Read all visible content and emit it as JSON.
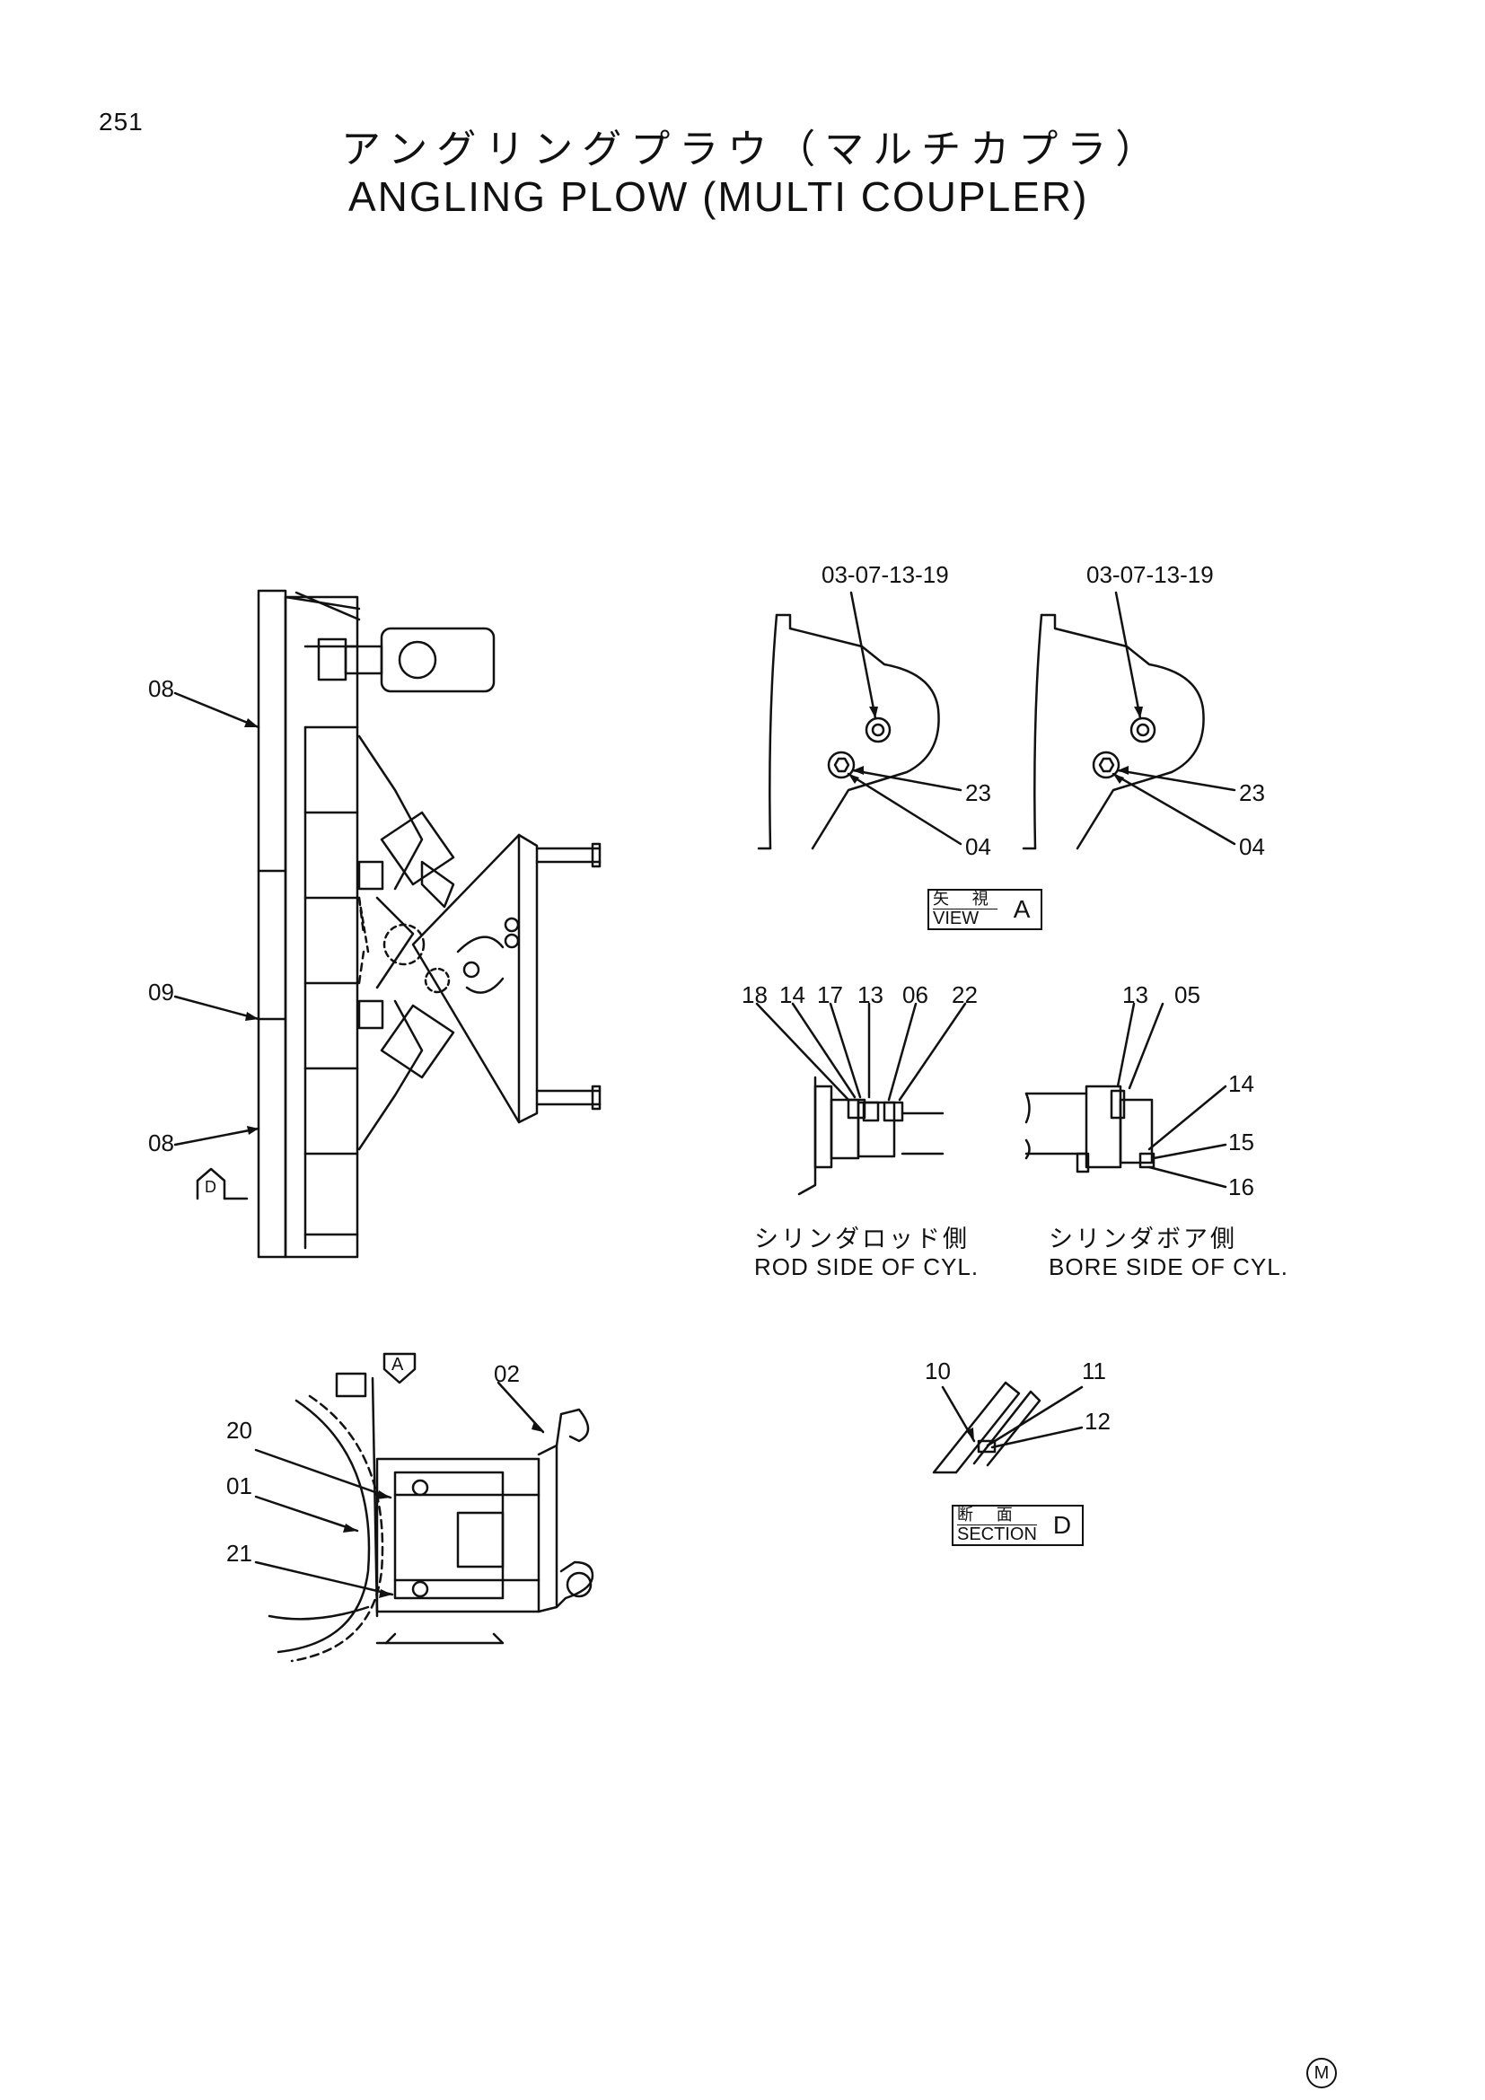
{
  "header": {
    "page_number": "251",
    "title_jp": "アングリングプラウ（マルチカプラ）",
    "title_en": "ANGLING PLOW (MULTI COUPLER)"
  },
  "main_view": {
    "callouts": {
      "top": "08",
      "mid": "09",
      "bottom": "08"
    },
    "section_arrow": "D"
  },
  "view_a": {
    "left_group": "03-07-13-19",
    "right_group": "03-07-13-19",
    "left_23": "23",
    "left_04": "04",
    "right_23": "23",
    "right_04": "04",
    "box_jp": "矢 視",
    "box_en": "VIEW",
    "box_letter": "A"
  },
  "rod_side": {
    "parts": [
      "18",
      "14",
      "17",
      "13",
      "06",
      "22"
    ],
    "caption_jp": "シリンダロッド側",
    "caption_en": "ROD SIDE OF CYL."
  },
  "bore_side": {
    "parts_top": [
      "13",
      "05"
    ],
    "p14": "14",
    "p15": "15",
    "p16": "16",
    "caption_jp": "シリンダボア側",
    "caption_en": "BORE SIDE OF CYL."
  },
  "side_view": {
    "arrow": "A",
    "p02": "02",
    "p20": "20",
    "p01": "01",
    "p21": "21"
  },
  "section_d": {
    "p10": "10",
    "p11": "11",
    "p12": "12",
    "box_jp": "断 面",
    "box_en": "SECTION",
    "box_letter": "D"
  },
  "footer": {
    "mark": "M"
  }
}
